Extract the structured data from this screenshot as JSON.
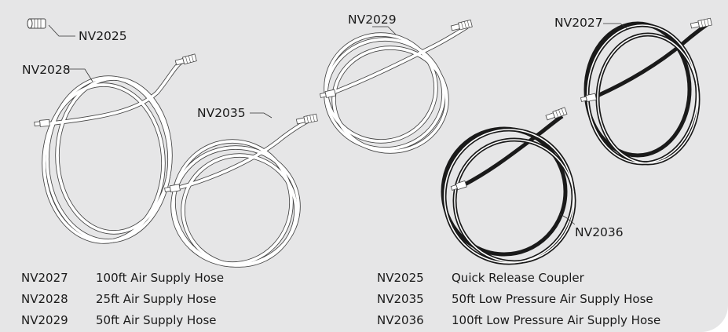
{
  "callouts": {
    "nv2025": "NV2025",
    "nv2028": "NV2028",
    "nv2035": "NV2035",
    "nv2029": "NV2029",
    "nv2027": "NV2027",
    "nv2036": "NV2036"
  },
  "legend": {
    "left": [
      {
        "code": "NV2027",
        "desc": "100ft Air Supply Hose"
      },
      {
        "code": "NV2028",
        "desc": "25ft Air Supply Hose"
      },
      {
        "code": "NV2029",
        "desc": "50ft Air Supply Hose"
      }
    ],
    "right": [
      {
        "code": "NV2025",
        "desc": "Quick Release Coupler"
      },
      {
        "code": "NV2035",
        "desc": "50ft Low Pressure Air Supply Hose"
      },
      {
        "code": "NV2036",
        "desc": "100ft Low Pressure Air Supply Hose"
      }
    ]
  },
  "colors": {
    "panel": "#e6e6e7",
    "light_hose": "#ffffff",
    "dark_hose": "#1a1a1a",
    "outline": "#4a4a4a"
  }
}
